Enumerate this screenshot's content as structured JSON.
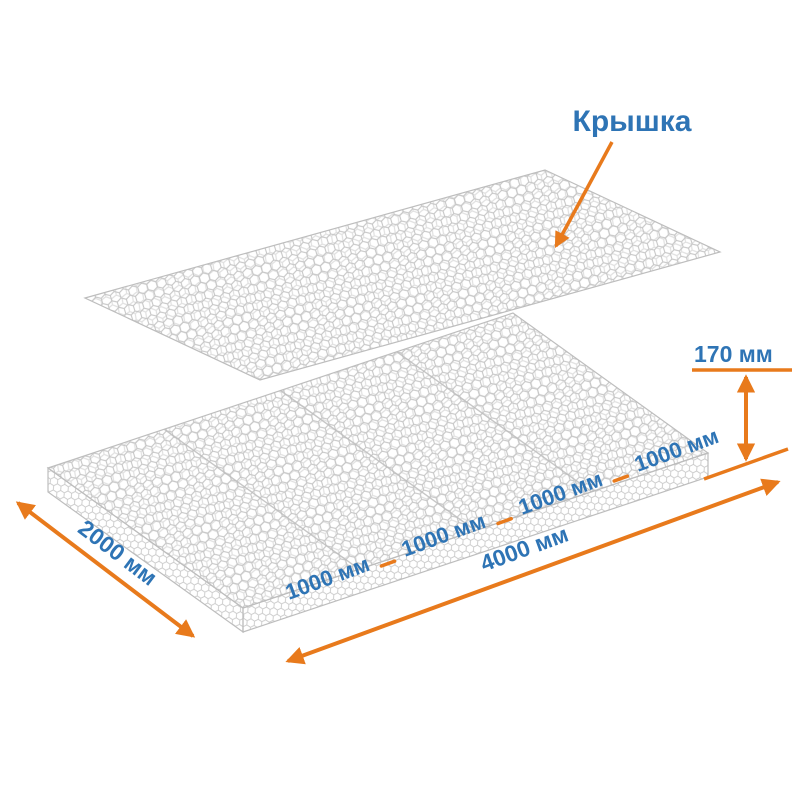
{
  "diagram": {
    "callout": {
      "label": "Крышка"
    },
    "dimensions": {
      "height": {
        "label": "170 мм"
      },
      "width": {
        "label": "2000 мм"
      },
      "length": {
        "label": "4000 мм"
      },
      "segments": [
        {
          "label": "1000 мм"
        },
        {
          "label": "1000 мм"
        },
        {
          "label": "1000 мм"
        },
        {
          "label": "1000 мм"
        }
      ]
    }
  },
  "colors": {
    "dimension": "#E87A1C",
    "text": "#2E74B5",
    "mesh": "#C6C6C6",
    "edge": "#BDBDBD"
  }
}
